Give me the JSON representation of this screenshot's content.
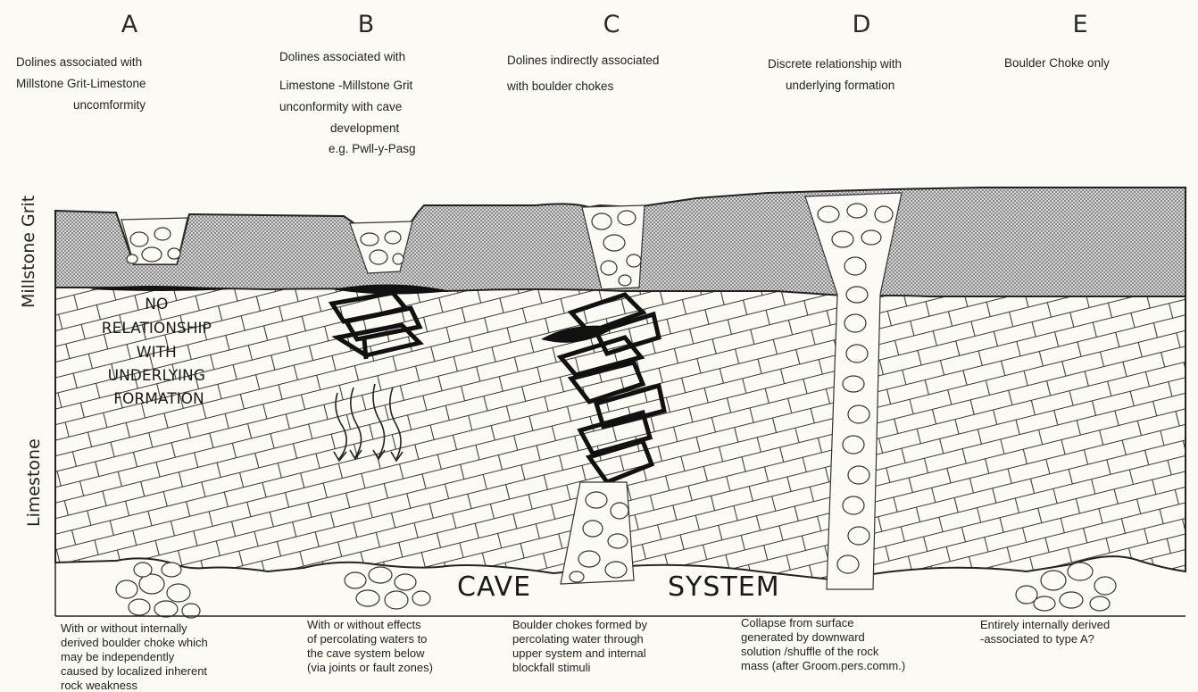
{
  "columns": [
    {
      "letter": "A",
      "heading": [
        "Dolines associated  with",
        "Millstone Grit-Limestone",
        "uncomformity"
      ],
      "caption": [
        "With or without internally",
        "derived boulder choke which",
        "may be independently",
        "caused by localized inherent",
        "rock weakness"
      ]
    },
    {
      "letter": "B",
      "heading": [
        "Dolines associated with",
        "Limestone -Millstone Grit",
        "unconformity with cave",
        "development",
        "e.g. Pwll-y-Pasg"
      ],
      "caption": [
        "With or without effects",
        "of percolating waters to",
        "the cave system below",
        "(via joints or fault zones)"
      ]
    },
    {
      "letter": "C",
      "heading": [
        "Dolines indirectly associated",
        "with boulder  chokes"
      ],
      "caption": [
        "Boulder chokes formed by",
        "percolating water through",
        "upper system and internal",
        "blockfall stimuli"
      ]
    },
    {
      "letter": "D",
      "heading": [
        "Discrete relationship with",
        "underlying  formation"
      ],
      "caption": [
        "Collapse from surface",
        "generated by downward",
        "solution /shuffle of the rock",
        "mass (after Groom.pers.comm.)"
      ]
    },
    {
      "letter": "E",
      "heading": [
        "Boulder Choke only"
      ],
      "caption": [
        "Entirely internally derived",
        "-associated to type A?"
      ]
    }
  ],
  "strata": {
    "upper": "Millstone Grit",
    "lower": "Limestone"
  },
  "annotation": [
    "NO",
    "RELATIONSHIP",
    "WITH",
    "UNDERLYING",
    "FORMATION"
  ],
  "cave_label": [
    "CAVE",
    "SYSTEM"
  ],
  "colors": {
    "background": "#fbfaf5",
    "ink": "#1b1b1b",
    "grit_fill": "#bdbdbd"
  }
}
